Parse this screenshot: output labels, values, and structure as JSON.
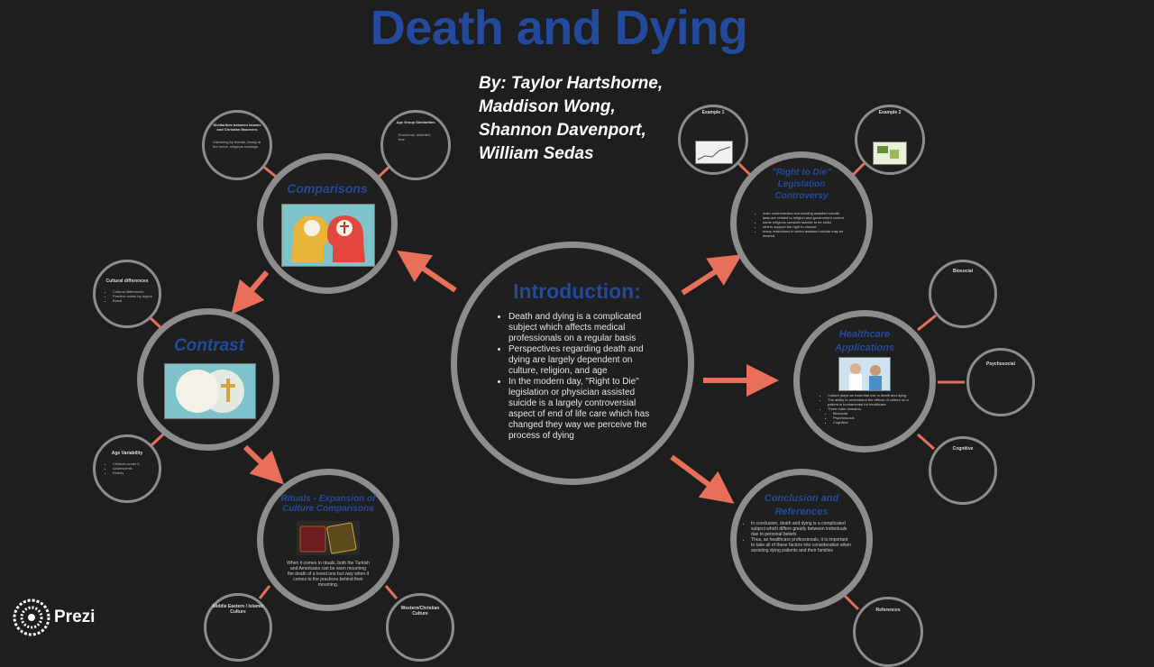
{
  "title": "Death and Dying",
  "authors": [
    "By: Taylor Hartshorne,",
    "Maddison Wong,",
    "Shannon Davenport,",
    "William Sedas"
  ],
  "intro": {
    "heading": "Introduction:",
    "bullets": [
      "Death and dying is a complicated subject which affects medical professionals on a regular basis",
      "Perspectives regarding death and dying are largely dependent on culture, religion, and age",
      "In the modern day, \"Right to Die\" legislation or physician assisted suicide is a largely controversial aspect of end of life care which has changed they way we perceive the process of dying"
    ]
  },
  "comparisons": {
    "heading": "Comparisons",
    "sub1_title": "Similarities between Islamic and Christian Mourners",
    "sub1_text": "Gathering by friends, family at the home, religious readings",
    "sub2_title": "Age Group Similarities",
    "sub2_text": "Emotional, disbelief, fear"
  },
  "contrast": {
    "heading": "Contrast",
    "sub1_title": "Cultural differences",
    "sub1_items": [
      "Cultural differences",
      "Practice varies by region",
      "Burial"
    ],
    "sub2_title": "Age Variability",
    "sub2_items": [
      "Children under 5",
      "Adolescents",
      "Elderly"
    ]
  },
  "rituals": {
    "heading": "Rituals - Expansion of Culture Comparisons",
    "text": "When it comes to rituals, both the Turkish and Americans can be seen mourning the death of a loved one but vary when it comes to the practices behind their mourning.",
    "sub1_title": "Middle Eastern / Islamic Culture",
    "sub2_title": "Western/Christian Culture"
  },
  "right_to_die": {
    "heading": "\"Right to Die\" Legislation Controversy",
    "bullets": [
      "main controversies surrounding assisted suicide laws are related to religion and government control",
      "some religions consider suicide to be sinful",
      "others support the right to choose",
      "many restrictions in which assisted suicide may be desired"
    ],
    "example1_title": "Example 1",
    "example2_title": "Example 2"
  },
  "healthcare": {
    "heading": "Healthcare Applications",
    "bullets": [
      "Culture plays an essential role in death and dying",
      "The ability to understand the effects of culture on a patient is fundamental for healthcare",
      "Three main domains:",
      "Biosocial",
      "Psychosocial",
      "Cognitive"
    ],
    "sub1_title": "Biosocial",
    "sub2_title": "Psychosocial",
    "sub3_title": "Cognitive"
  },
  "conclusion": {
    "heading": "Conclusion and References",
    "bullets": [
      "In conclusion, death and dying is a complicated subject which differs greatly between individuals due to personal beliefs",
      "Thus, as healthcare professionals, it is important to take all of these factors into consideration when assisting dying patients and their families"
    ],
    "sub_title": "References"
  },
  "branding": {
    "name": "Prezi"
  },
  "colors": {
    "title": "#234a9c",
    "arrow": "#e8705b",
    "ring": "#8d8d8d",
    "background": "#1e1e1e"
  }
}
